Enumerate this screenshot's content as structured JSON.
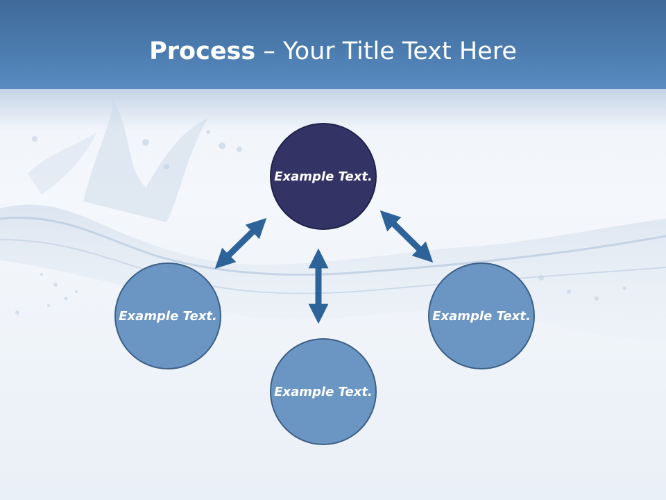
{
  "slide": {
    "title_bold": "Process",
    "title_rest": " – Your Title Text Here"
  },
  "nodes": [
    {
      "id": "top",
      "text": "Example Text."
    },
    {
      "id": "left",
      "text": "Example Text."
    },
    {
      "id": "bottom",
      "text": "Example Text."
    },
    {
      "id": "right",
      "text": "Example Text."
    }
  ],
  "colors": {
    "header": "#4b7bae",
    "center_node": "#333366",
    "outer_node": "#6b96c3",
    "arrow": "#2e6399"
  },
  "icons": [
    "double-arrow-icon"
  ]
}
